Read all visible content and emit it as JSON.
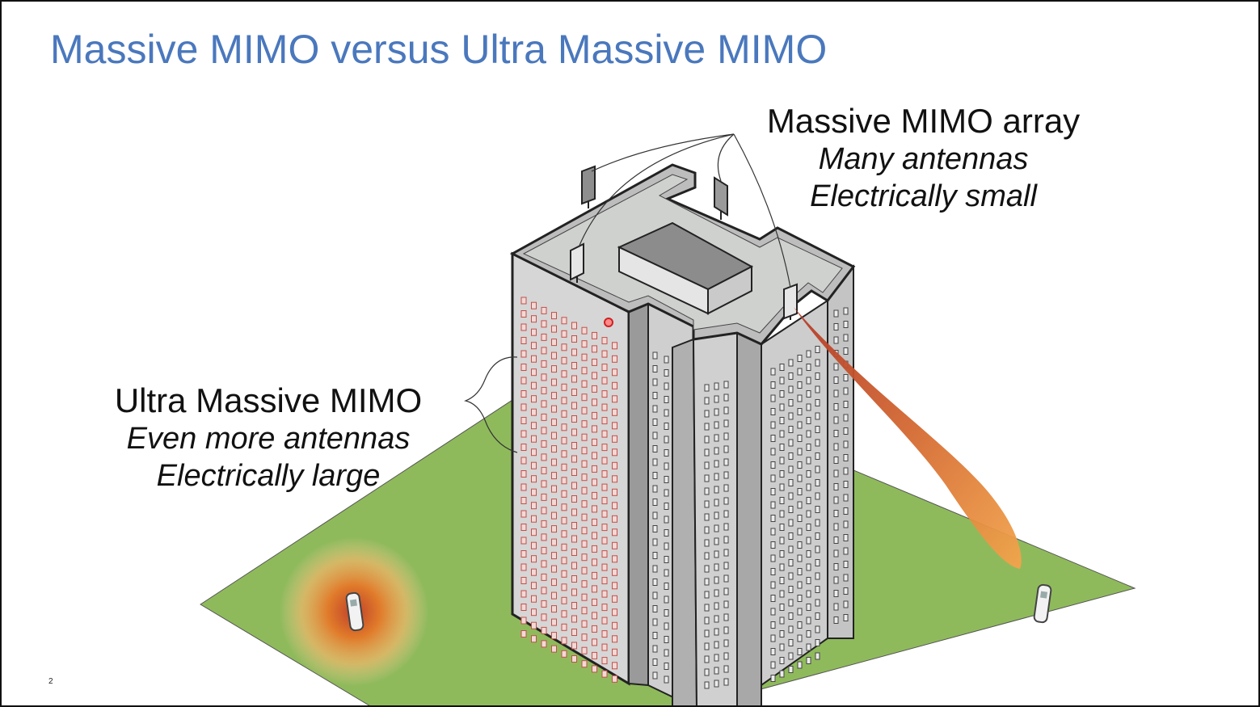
{
  "slide": {
    "title": "Massive MIMO versus Ultra Massive MIMO",
    "page_number": "2"
  },
  "labels": {
    "massive": {
      "heading": "Massive MIMO array",
      "line1": "Many antennas",
      "line2": "Electrically small"
    },
    "ultra": {
      "heading": "Ultra Massive MIMO",
      "line1": "Even more antennas",
      "line2": "Electrically large"
    }
  },
  "colors": {
    "title": "#4a78bd",
    "ground": "#8fba5c",
    "building": "#d4d4d4",
    "beam_start": "#c0402a",
    "beam_end": "#f0a04a",
    "glow": "#e8862e",
    "window_red": "#e4908a"
  }
}
